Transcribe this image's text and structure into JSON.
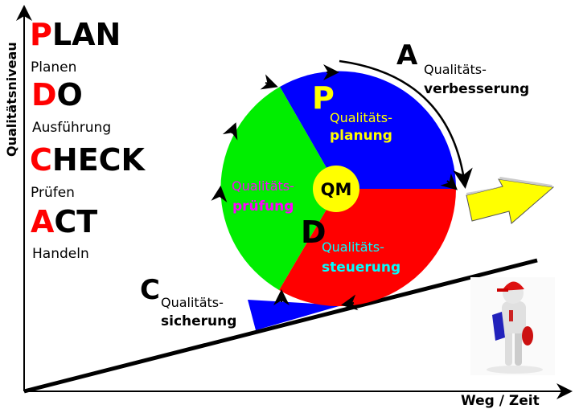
{
  "axes": {
    "y_label": "Qualitätsniveau",
    "x_label": "Weg / Zeit"
  },
  "legend": [
    {
      "letter": "P",
      "rest": "LAN",
      "sub": "Planen"
    },
    {
      "letter": "D",
      "rest": "O",
      "sub": "Ausführung"
    },
    {
      "letter": "C",
      "rest": "HECK",
      "sub": "Prüfen"
    },
    {
      "letter": "A",
      "rest": "CT",
      "sub": "Handeln"
    }
  ],
  "wheel": {
    "center": "QM",
    "plan": {
      "letter": "P",
      "line1": "Qualitäts-",
      "line2": "planung"
    },
    "do": {
      "letter": "D",
      "line1": "Qualitäts-",
      "line2": "steuerung"
    },
    "check": {
      "line1": "Qualitäts-",
      "line2": "prüfung"
    },
    "colors": {
      "plan": "#0000ff",
      "do": "#ff0000",
      "check": "#00ee00",
      "qm": "#ffff00"
    }
  },
  "act": {
    "letter": "A",
    "line1": "Qualitäts-",
    "line2": "verbesserung"
  },
  "check_label": {
    "letter": "C",
    "line1": "Qualitäts-",
    "line2": "sicherung"
  }
}
